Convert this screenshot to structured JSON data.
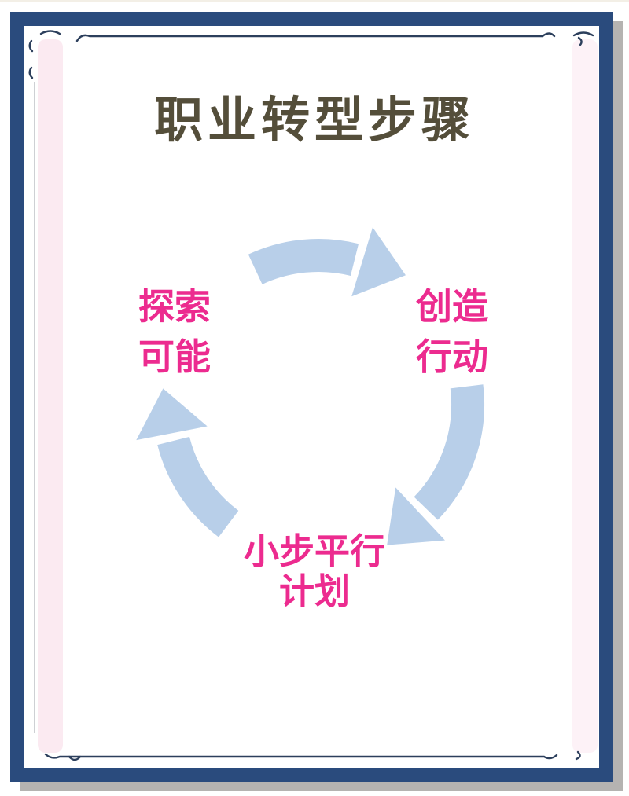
{
  "title": "职业转型步骤",
  "cycle": {
    "direction": "clockwise",
    "steps": [
      {
        "id": "explore-possibilities",
        "position": "left",
        "line1": "探索",
        "line2": "可能"
      },
      {
        "id": "create-action",
        "position": "right",
        "line1": "创造",
        "line2": "行动"
      },
      {
        "id": "small-step-parallel-plan",
        "position": "bottom",
        "line1": "小步平行",
        "line2": "计划"
      }
    ],
    "arrows": [
      {
        "name": "top-arrow",
        "from": "探索可能",
        "to": "创造行动"
      },
      {
        "name": "right-arrow",
        "from": "创造行动",
        "to": "小步平行计划"
      },
      {
        "name": "left-arrow",
        "from": "小步平行计划",
        "to": "探索可能"
      }
    ]
  },
  "colors": {
    "frame_navy": "#2a4b7d",
    "frame_shadow_gray": "#b5b3b1",
    "inner_line_navy": "#2c3f5c",
    "pink_band_left": "#fbeaf1",
    "pink_band_right": "#fdf2f7",
    "title_olive": "#544e3a",
    "label_pink": "#ec2b8f",
    "arrow_blue": "#b8cfe9",
    "background": "#ffffff"
  }
}
